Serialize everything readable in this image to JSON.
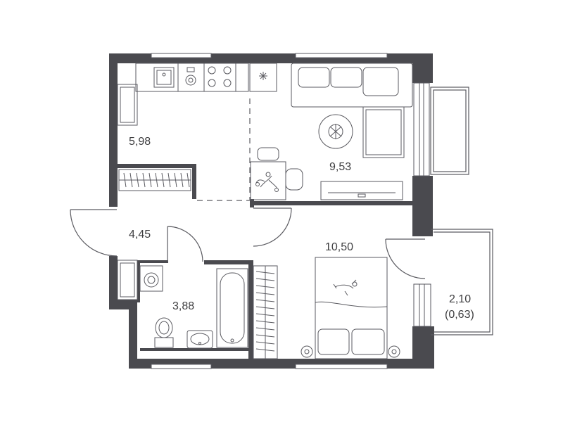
{
  "plan": {
    "wall_color": "#4a4a4f",
    "line_color": "#5a5a60",
    "fill_color": "#ffffff",
    "rooms": {
      "kitchen": {
        "area": "5,98"
      },
      "living": {
        "area": "9,53"
      },
      "hall": {
        "area": "4,45"
      },
      "bath": {
        "area": "3,88"
      },
      "bedroom": {
        "area": "10,50"
      },
      "balcony": {
        "area": "2,10",
        "reduced_area": "(0,63)"
      }
    },
    "icons": [
      "kitchen-sink-icon",
      "cooktop-icon",
      "washing-machine-icon",
      "sofa-icon",
      "tv-icon",
      "bed-icon",
      "toilet-icon",
      "bathtub-icon",
      "wardrobe-icon",
      "dining-table-icon",
      "plant-icon",
      "cat-icon"
    ]
  }
}
